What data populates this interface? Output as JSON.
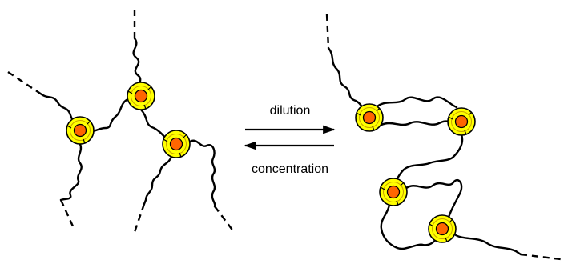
{
  "process": {
    "forward_label": "dilution",
    "reverse_label": "concentration"
  },
  "colors": {
    "node_outer": "#ffff00",
    "node_core": "#ff6600",
    "outline": "#000000",
    "chain": "#000000"
  },
  "nodes": {
    "left_count": 3,
    "right_count": 4
  }
}
